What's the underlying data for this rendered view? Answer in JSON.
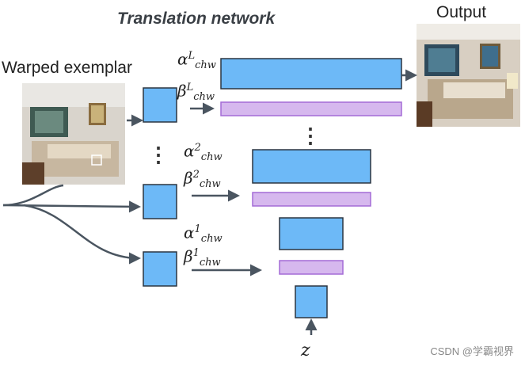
{
  "title": "Translation network",
  "labels": {
    "warped_exemplar": "Warped exemplar",
    "output": "Output",
    "z": "z"
  },
  "params": {
    "level_L": {
      "alpha_base": "α",
      "beta_base": "β",
      "sup": "L",
      "sub": "chw"
    },
    "level_2": {
      "alpha_base": "α",
      "beta_base": "β",
      "sup": "2",
      "sub": "chw"
    },
    "level_1": {
      "alpha_base": "α",
      "beta_base": "β",
      "sup": "1",
      "sub": "chw"
    }
  },
  "ellipsis": "⋮",
  "watermark": "CSDN @学霸视界",
  "colors": {
    "feature_block": "#6db9f7",
    "norm_bar": "#d6b8ee",
    "norm_bar_border": "#a46bd6",
    "arrow": "#4a5560",
    "box_border": "#2b3540"
  }
}
